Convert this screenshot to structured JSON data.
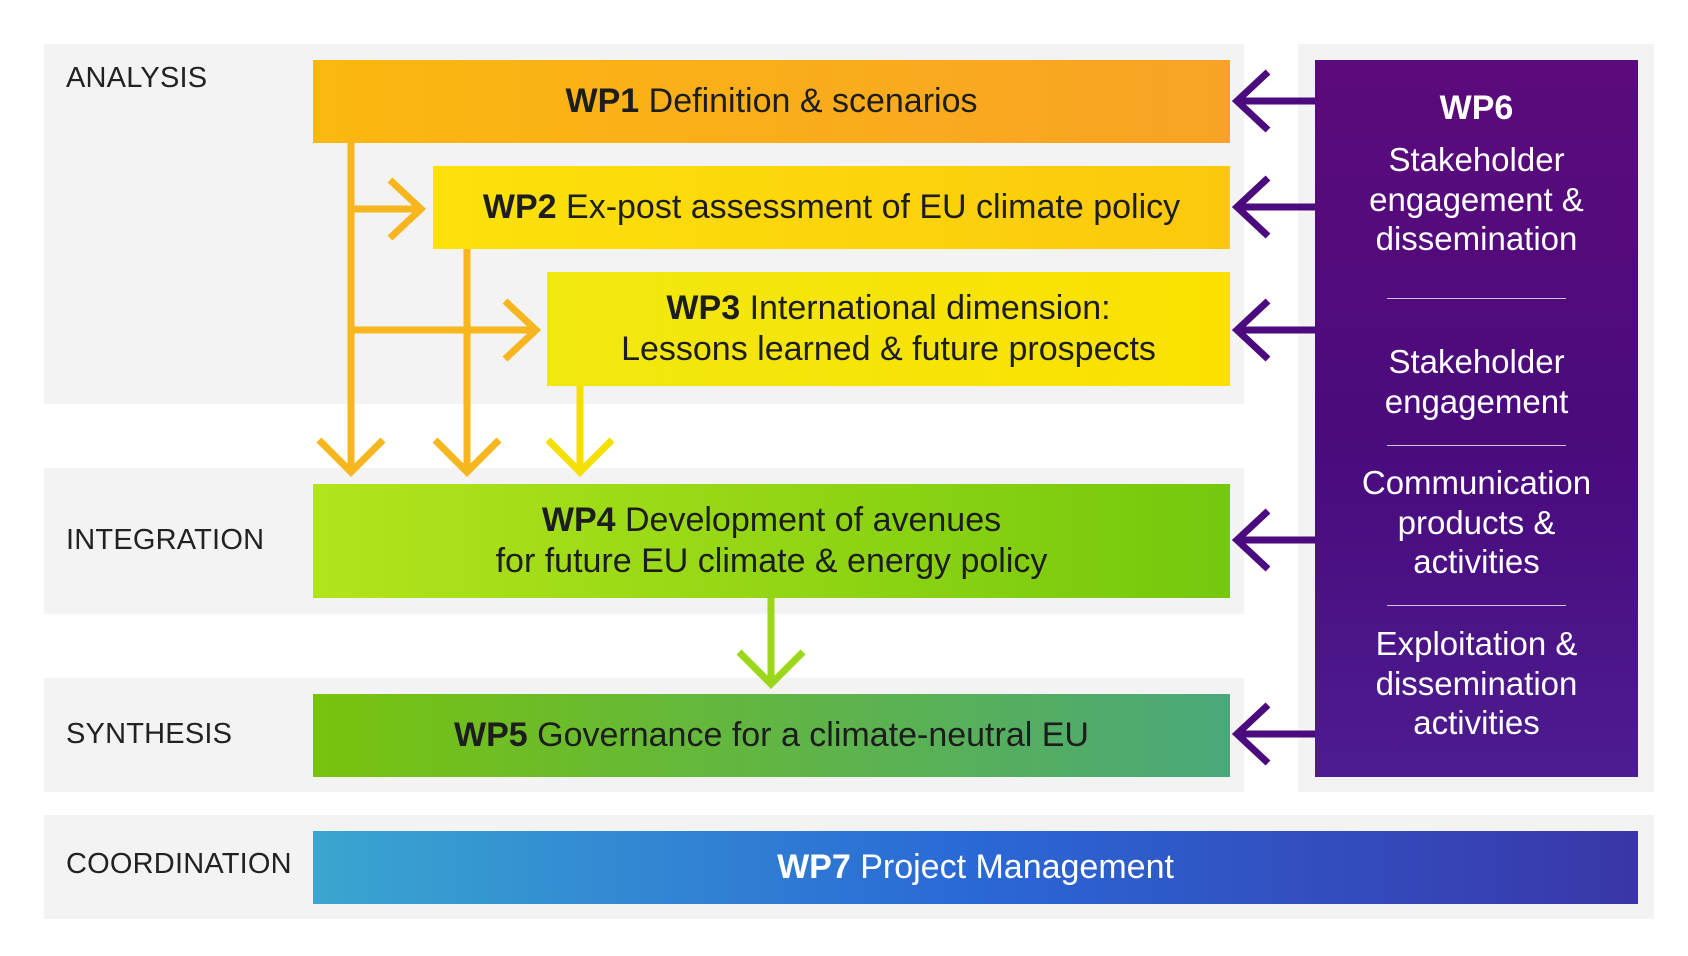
{
  "stages": {
    "analysis": "ANALYSIS",
    "integration": "INTEGRATION",
    "synthesis": "SYNTHESIS",
    "coordination": "COORDINATION"
  },
  "wp1": {
    "code": "WP1",
    "text": "Definition & scenarios"
  },
  "wp2": {
    "code": "WP2",
    "text": "Ex-post assessment of EU climate policy"
  },
  "wp3": {
    "code": "WP3",
    "line1": "International dimension:",
    "line2": "Lessons learned & future prospects"
  },
  "wp4": {
    "code": "WP4",
    "line1": "Development of avenues",
    "line2": "for future EU climate & energy policy"
  },
  "wp5": {
    "code": "WP5",
    "text": "Governance for a climate-neutral EU"
  },
  "wp6": {
    "code": "WP6",
    "main": [
      "Stakeholder",
      "engagement &",
      "dissemination"
    ],
    "items": [
      [
        "Stakeholder",
        "engagement"
      ],
      [
        "Communication",
        "products &",
        "activities"
      ],
      [
        "Exploitation &",
        "dissemination",
        "activities"
      ]
    ]
  },
  "wp7": {
    "code": "WP7",
    "text": "Project Management"
  },
  "colors": {
    "band": "#f3f3f3",
    "orange_arrow": "#f7b51e",
    "yellow_arrow": "#f5df00",
    "green_arrow": "#9bd61a",
    "purple": "#4b0a7d"
  }
}
